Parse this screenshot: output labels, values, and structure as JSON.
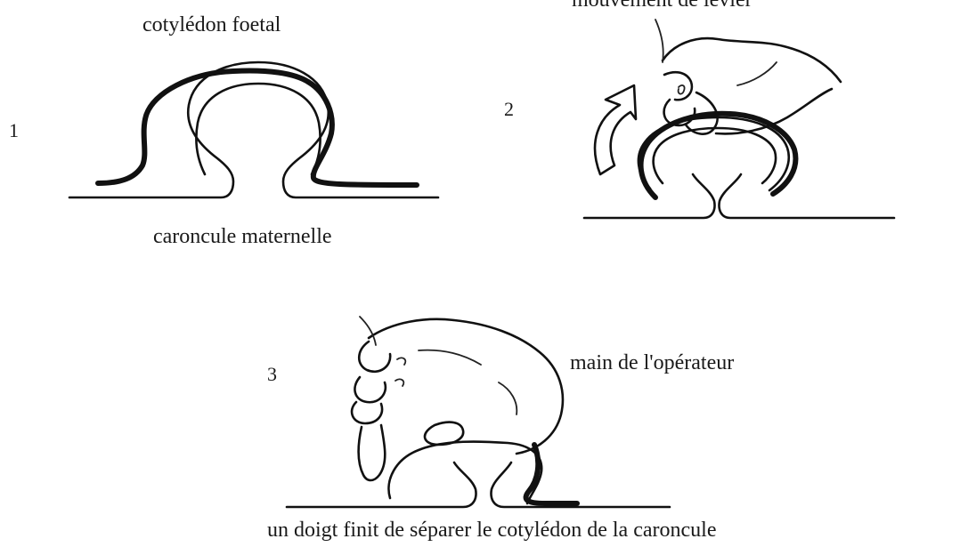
{
  "panels": [
    {
      "number": "1",
      "top_label": "cotylédon foetal",
      "bottom_label": "caroncule maternelle"
    },
    {
      "number": "2",
      "top_label": "mouvement de levier"
    },
    {
      "number": "3",
      "side_label": "main de l'opérateur",
      "bottom_label": "un doigt finit de séparer le cotylédon de la caroncule"
    }
  ]
}
